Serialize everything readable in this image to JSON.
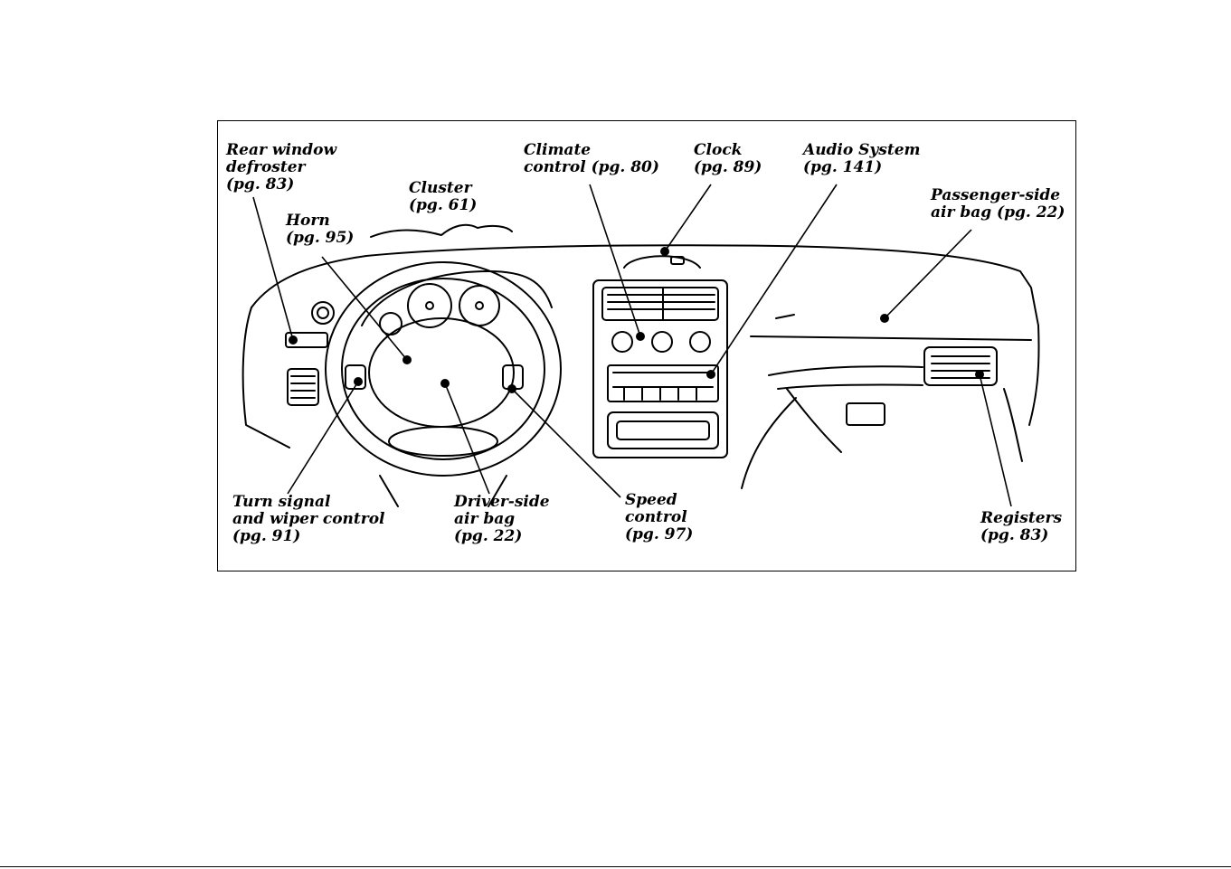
{
  "callouts": {
    "rear_window_defroster": [
      "Rear window",
      "defroster",
      "(pg. 83)"
    ],
    "horn": [
      "Horn",
      "(pg. 95)"
    ],
    "cluster": [
      "Cluster",
      "(pg. 61)"
    ],
    "climate_control": [
      "Climate",
      "control (pg. 80)"
    ],
    "clock": [
      "Clock",
      "(pg. 89)"
    ],
    "audio_system": [
      "Audio System",
      "(pg. 141)"
    ],
    "passenger_airbag": [
      "Passenger-side",
      "air bag (pg. 22)"
    ],
    "turn_signal": [
      "Turn signal",
      "and wiper control",
      "(pg. 91)"
    ],
    "driver_airbag": [
      "Driver-side",
      "air bag",
      "(pg. 22)"
    ],
    "speed_control": [
      "Speed",
      "control",
      "(pg. 97)"
    ],
    "registers": [
      "Registers",
      "(pg. 83)"
    ]
  },
  "colors": {
    "ink": "#000000",
    "paper": "#ffffff"
  }
}
